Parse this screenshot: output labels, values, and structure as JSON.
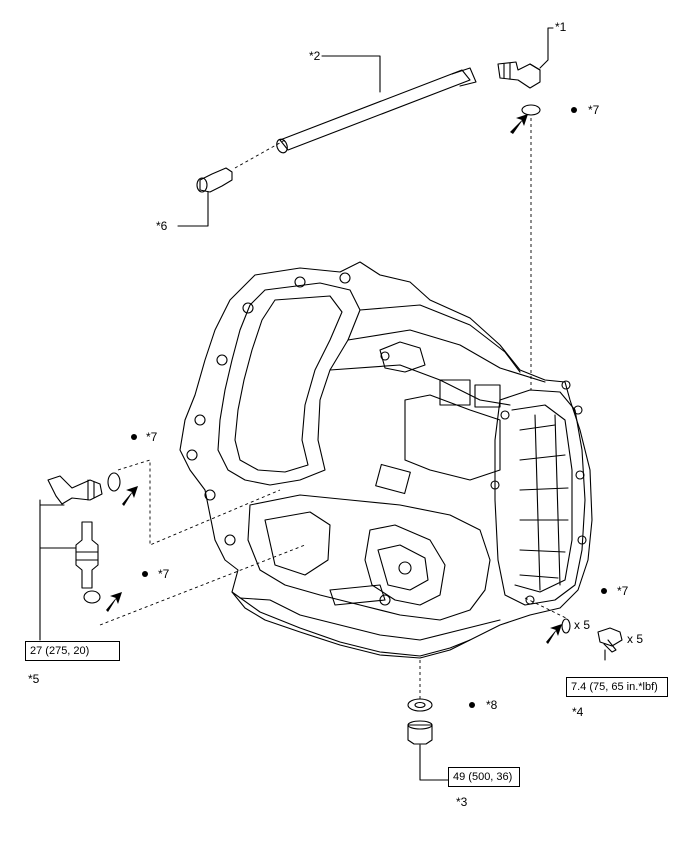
{
  "callouts": {
    "c1": "*1",
    "c2": "*2",
    "c3": "*3",
    "c4": "*4",
    "c5": "*5",
    "c6": "*6",
    "c7": "*7",
    "c8": "*8"
  },
  "quantities": {
    "oring_x5": "x 5",
    "bolt_x5": "x 5"
  },
  "torques": {
    "t27": "27 (275, 20)",
    "t74": "7.4 (75, 65 in.*lbf)",
    "t49": "49 (500, 36)"
  },
  "icons": {
    "dot": "bullet-dot-icon",
    "arrow": "install-arrow-icon"
  }
}
